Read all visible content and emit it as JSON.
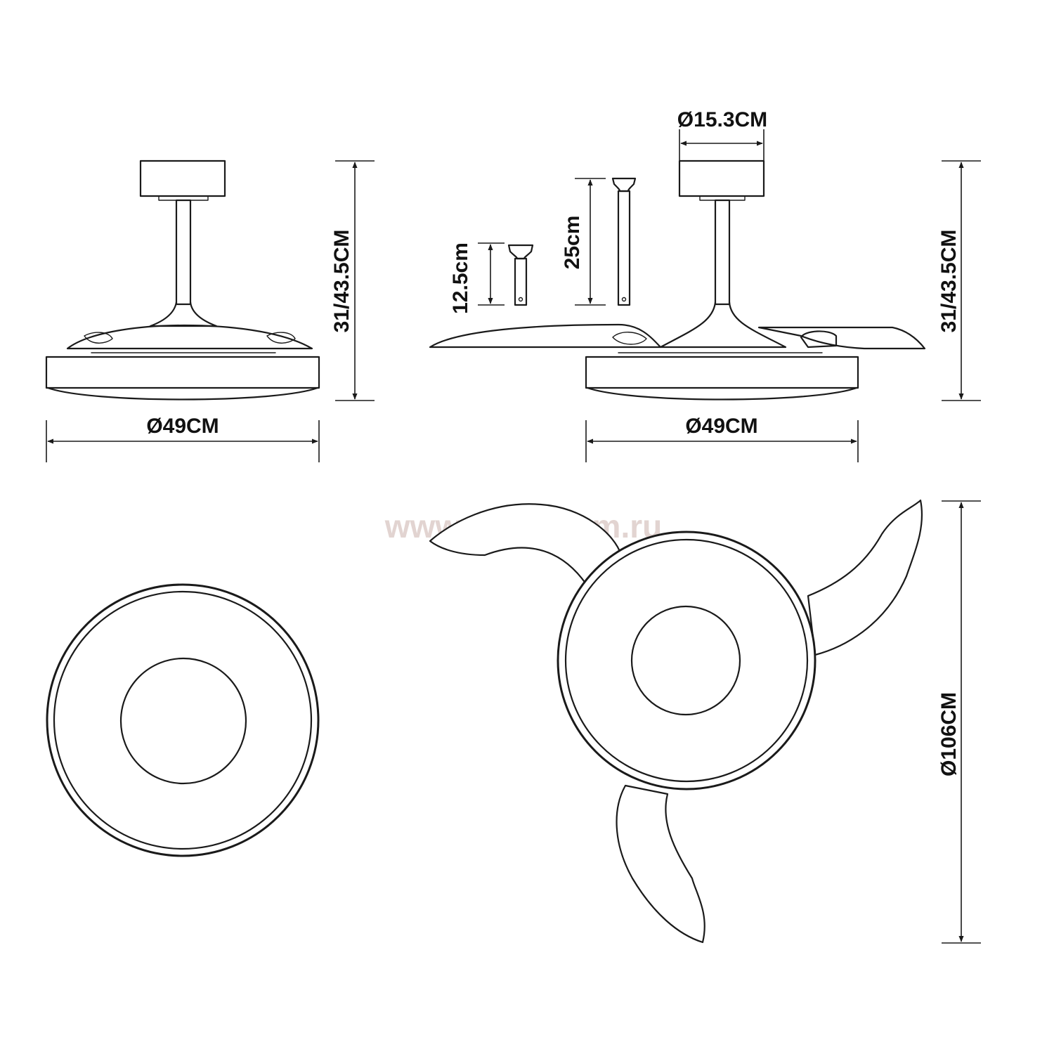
{
  "dimensions": {
    "side_view_height": "31/43.5CM",
    "side_view_diameter": "Ø49CM",
    "side_open_height": "31/43.5CM",
    "side_open_diameter": "Ø49CM",
    "canopy_diameter": "Ø15.3CM",
    "short_rod_length": "12.5cm",
    "long_rod_length": "25cm",
    "blade_span_diameter": "Ø106CM"
  },
  "watermark": "www.svetodom.ru",
  "colors": {
    "line": "#1a1a1a",
    "watermark": "#d9c6c2"
  }
}
